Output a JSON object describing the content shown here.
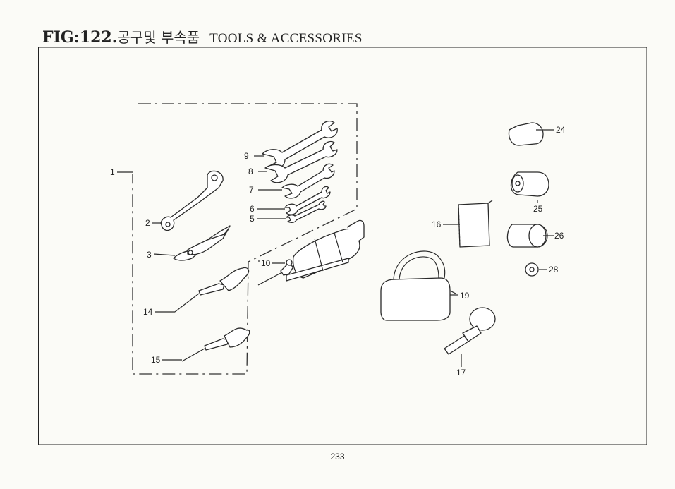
{
  "title": {
    "prefix": "FIG:122.",
    "korean": "공구및 부속품",
    "english": "TOOLS & ACCESSORIES"
  },
  "page_number": "233",
  "callouts": [
    {
      "id": "1",
      "label": "1",
      "part": "tool-kit-group"
    },
    {
      "id": "2",
      "label": "2",
      "part": "offset-wrench"
    },
    {
      "id": "3",
      "label": "3",
      "part": "pliers"
    },
    {
      "id": "5",
      "label": "5",
      "part": "spanner"
    },
    {
      "id": "6",
      "label": "6",
      "part": "spanner"
    },
    {
      "id": "7",
      "label": "7",
      "part": "spanner"
    },
    {
      "id": "8",
      "label": "8",
      "part": "spanner"
    },
    {
      "id": "9",
      "label": "9",
      "part": "spanner"
    },
    {
      "id": "10",
      "label": "10",
      "part": "grease-gun"
    },
    {
      "id": "14",
      "label": "14",
      "part": "screwdriver"
    },
    {
      "id": "15",
      "label": "15",
      "part": "screwdriver"
    },
    {
      "id": "16",
      "label": "16",
      "part": "manual-book"
    },
    {
      "id": "17",
      "label": "17",
      "part": "pin-with-ring"
    },
    {
      "id": "19",
      "label": "19",
      "part": "tool-bag"
    },
    {
      "id": "24",
      "label": "24",
      "part": "cylinder"
    },
    {
      "id": "25",
      "label": "25",
      "part": "cylinder-with-hole"
    },
    {
      "id": "26",
      "label": "26",
      "part": "cylinder"
    },
    {
      "id": "28",
      "label": "28",
      "part": "washer"
    }
  ]
}
